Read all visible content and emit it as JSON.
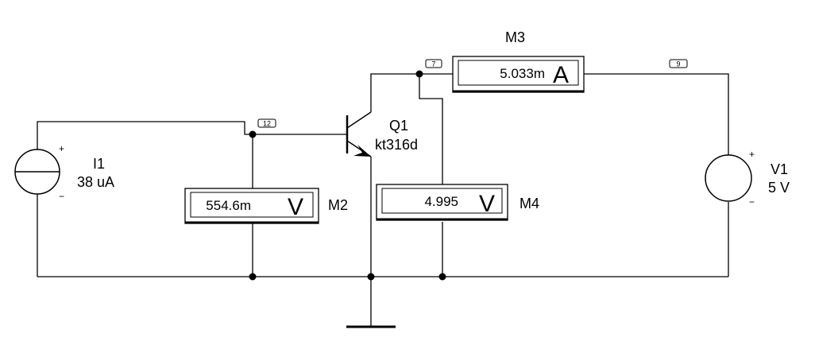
{
  "nodes": {
    "n12": "12",
    "n7": "7",
    "n9": "9"
  },
  "components": {
    "I1": {
      "name": "I1",
      "value": "38 uA",
      "plus": "+",
      "minus": "−"
    },
    "V1": {
      "name": "V1",
      "value": "5 V",
      "plus": "+",
      "minus": "−"
    },
    "Q1": {
      "name": "Q1",
      "model": "kt316d"
    }
  },
  "meters": {
    "M2": {
      "name": "M2",
      "reading": "554.6m",
      "unit": "V"
    },
    "M3": {
      "name": "M3",
      "reading": "5.033m",
      "unit": "A"
    },
    "M4": {
      "name": "M4",
      "reading": "4.995",
      "unit": "V"
    }
  }
}
